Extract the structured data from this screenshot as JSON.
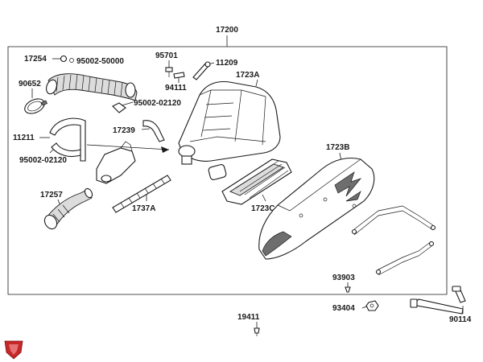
{
  "diagram": {
    "assembly_label": "17200",
    "parts": {
      "p17254": "17254",
      "p95002_50000": "95002-50000",
      "p95701": "95701",
      "p11209": "11209",
      "p94111": "94111",
      "p1723A": "1723A",
      "p90652": "90652",
      "p95002_02120_a": "95002-02120",
      "p17239": "17239",
      "p11211": "11211",
      "p95002_02120_b": "95002-02120",
      "p1723B": "1723B",
      "p17257": "17257",
      "p1737A": "1737A",
      "p1723C": "1723C",
      "p93903": "93903",
      "p93404": "93404",
      "p90114": "90114",
      "p19411": "19411"
    }
  },
  "colors": {
    "logo_red": "#c62828",
    "line": "#1a1a1a"
  },
  "icons": {
    "logo": "red-shield-logo-icon"
  }
}
